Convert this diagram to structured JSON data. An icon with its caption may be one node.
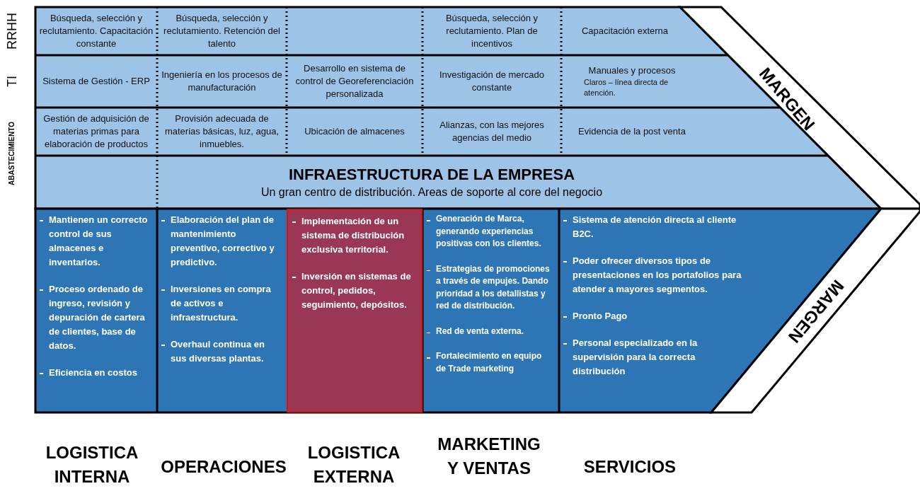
{
  "diagram": {
    "nodes": [
      {
        "text": [
          "Búsqueda, selección y reclutamiento. Capacitación constante"
        ]
      },
      {
        "text": [
          "Búsqueda, selección y reclutamiento. Retención del talento"
        ]
      },
      {
        "text": [
          "Búsqueda, selección y reclutamiento. Plan de incentivos"
        ]
      },
      {
        "text": [
          "Capacitación externa"
        ]
      },
      {
        "text": [
          "Sistema de Gestión - ERP"
        ]
      },
      {
        "text": [
          "Ingeniería en los procesos de manufacturación"
        ]
      },
      {
        "text": [
          "Desarrollo en sistema de control de Georeferenciación personalizada"
        ]
      },
      {
        "text": [
          "Investigación de mercado constante"
        ]
      },
      {
        "text": [
          "Manuales y procesos",
          "Claros – línea directa de atención."
        ]
      },
      {
        "text": [
          "Gestión de adquisición de materias primas para elaboración de productos"
        ]
      },
      {
        "text": [
          "Provisión adecuada de materias básicas, luz, agua, inmuebles."
        ]
      },
      {
        "text": [
          "Ubicación de almacenes"
        ]
      },
      {
        "text": [
          "Alianzas, con las mejores agencias del medio"
        ]
      },
      {
        "text": [
          "Evidencia de la post venta"
        ]
      },
      {
        "text": [
          "INFRAESTRUCTURA DE LA EMPRESA",
          "Un gran centro de distribución. Areas de soporte al core del negocio"
        ]
      },
      {
        "text": [
          "Mantienen un correcto control de sus almacenes e inventarios.",
          "Proceso ordenado de ingreso, revisión y depuración de cartera de clientes, base de datos.",
          "Eficiencia en costos"
        ]
      },
      {
        "text": [
          "Elaboración del plan de mantenimiento preventivo, correctivo y predictivo.",
          "Inversiones en compra de activos e infraestructura.",
          "Overhaul continua en sus diversas plantas."
        ]
      },
      {
        "text": [
          "Implementación de un sistema de distribución exclusiva territorial.",
          "Inversión en sistemas de control, pedidos, seguimiento, depósitos."
        ]
      },
      {
        "text": [
          "Generación de Marca, generando experiencias positivas con los clientes.",
          "Estrategias de promociones a través de empujes. Dando prioridad a los detallistas y red de distribución.",
          "Red de venta externa.",
          "Fortalecimiento en equipo de Trade marketing"
        ]
      },
      {
        "text": [
          "Sistema de atención directa al cliente B2C.",
          "Poder ofrecer diversos tipos de presentaciones en los portafolios para atender a mayores segmentos.",
          "Pronto Pago",
          "Personal especializado en la supervisión para la correcta distribución"
        ]
      },
      {
        "text": [
          "MARGEN"
        ]
      },
      {
        "text": [
          "MARGEN"
        ]
      }
    ],
    "labels": [
      "RRHH",
      "TI",
      "ABASTECIMIENTO",
      "LOGISTICA INTERNA",
      "OPERACIONES",
      "LOGISTICA EXTERNA",
      "MARKETING Y VENTAS",
      "SERVICIOS"
    ]
  }
}
